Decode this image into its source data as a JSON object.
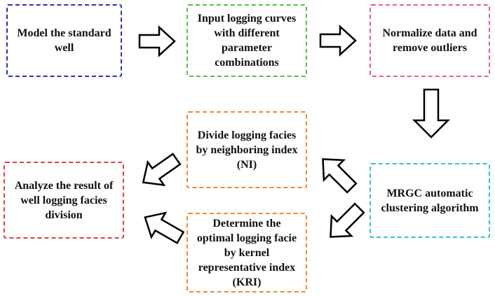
{
  "colors": {
    "blue": "#2630b8",
    "green": "#4fc63a",
    "pink": "#e85c9a",
    "cyan": "#2fc4c8",
    "orange": "#ef8a2e",
    "red": "#e0413f",
    "arrow_stroke": "#000000",
    "arrow_fill": "#ffffff"
  },
  "boxes": {
    "model_standard_well": "Model the standard\nwell",
    "input_logging_curves": "Input logging curves\nwith different\nparameter\ncombinations",
    "normalize_data": "Normalize data and\nremove outliers",
    "mrgc_clustering": "MRGC automatic\nclustering algorithm",
    "divide_logging_facies": "Divide logging facies\nby neighboring index\n(NI)",
    "determine_optimal_facie": "Determine the\noptimal  logging facie\nby  kernel\nrepresentative index\n(KRI)",
    "analyze_result": "Analyze the result of\nwell logging facies\ndivision"
  },
  "arrows": [
    {
      "from": "model_standard_well",
      "to": "input_logging_curves",
      "direction": "right"
    },
    {
      "from": "input_logging_curves",
      "to": "normalize_data",
      "direction": "right"
    },
    {
      "from": "normalize_data",
      "to": "mrgc_clustering",
      "direction": "down"
    },
    {
      "from": "mrgc_clustering",
      "to": "divide_logging_facies",
      "direction": "up-left"
    },
    {
      "from": "mrgc_clustering",
      "to": "determine_optimal_facie",
      "direction": "down-left"
    },
    {
      "from": "divide_logging_facies",
      "to": "analyze_result",
      "direction": "down-left"
    },
    {
      "from": "determine_optimal_facie",
      "to": "analyze_result",
      "direction": "up-left"
    }
  ]
}
